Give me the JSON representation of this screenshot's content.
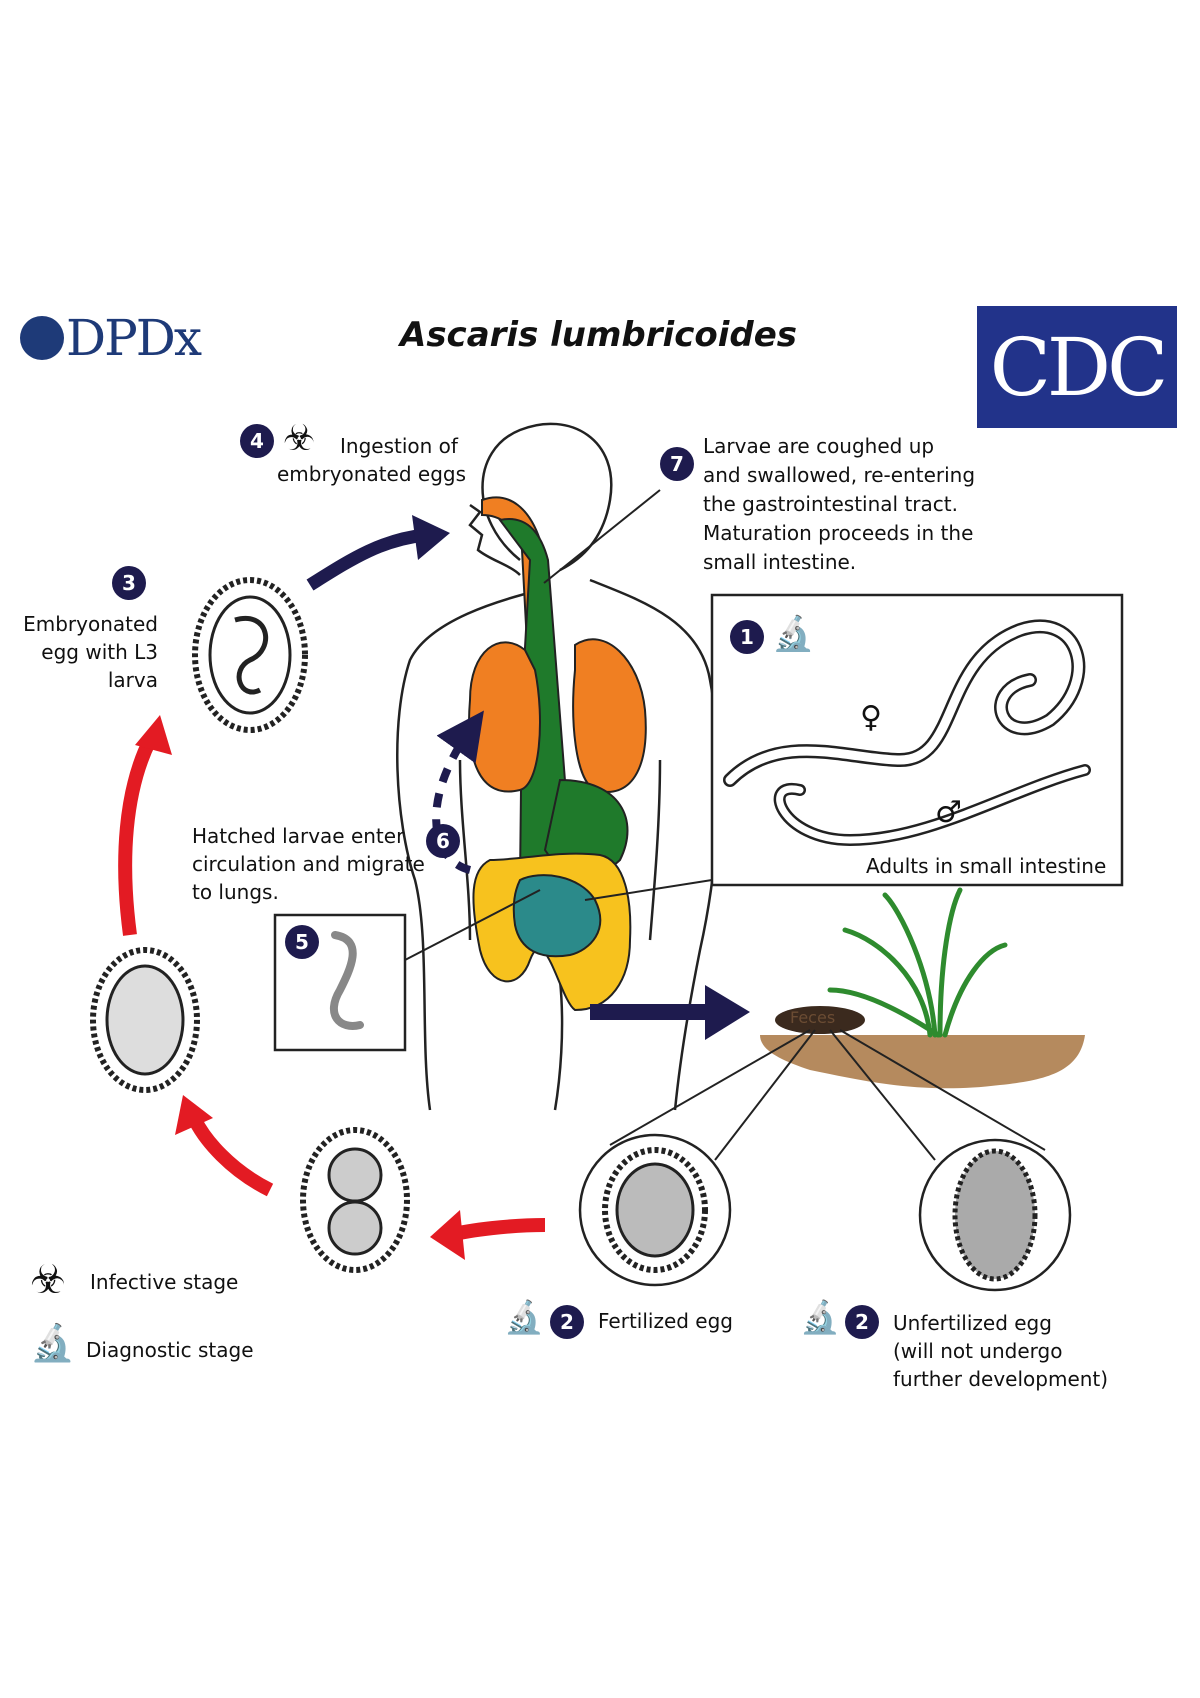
{
  "title": "Ascaris lumbricoides",
  "logos": {
    "left": "DPDx",
    "right": "CDC"
  },
  "step_numbers": {
    "s1": "1",
    "s2a": "2",
    "s2b": "2",
    "s3": "3",
    "s4": "4",
    "s5": "5",
    "s6": "6",
    "s7": "7"
  },
  "labels": {
    "step4": [
      "Ingestion of",
      "embryonated eggs"
    ],
    "step7": [
      "Larvae are coughed up",
      "and swallowed, re-entering",
      "the gastrointestinal tract.",
      "Maturation proceeds in the",
      "small intestine."
    ],
    "step3": [
      "Embryonated",
      "egg with L3",
      "larva"
    ],
    "step6": [
      "Hatched larvae enter",
      "circulation and migrate",
      "to lungs."
    ],
    "adults": "Adults in small intestine",
    "female_symbol": "♀",
    "male_symbol": "♂",
    "feces": "Feces",
    "fertilized": "Fertilized egg",
    "unfertilized": [
      "Unfertilized egg",
      "(will not undergo",
      "further development)"
    ]
  },
  "legend": {
    "infective": "Infective stage",
    "diagnostic": "Diagnostic stage"
  },
  "colors": {
    "navy": "#1e1b4e",
    "red": "#e31b23",
    "lung": "#f07f22",
    "trachea": "#1f7a2b",
    "intestine": "#f7c21e",
    "small_intestine": "#2b8a8a",
    "plant": "#2e8b2e",
    "soil": "#b58a5e"
  },
  "icons": {
    "infective": "biohazard-icon",
    "diagnostic": "microscope-icon"
  }
}
